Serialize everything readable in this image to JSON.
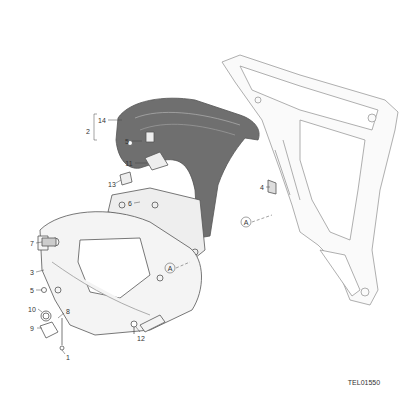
{
  "diagram": {
    "labels": [
      "14",
      "2",
      "5",
      "11",
      "13",
      "6",
      "4",
      "A",
      "7",
      "3",
      "5",
      "A",
      "10",
      "8",
      "9",
      "1",
      "12",
      "TEL01550"
    ]
  }
}
